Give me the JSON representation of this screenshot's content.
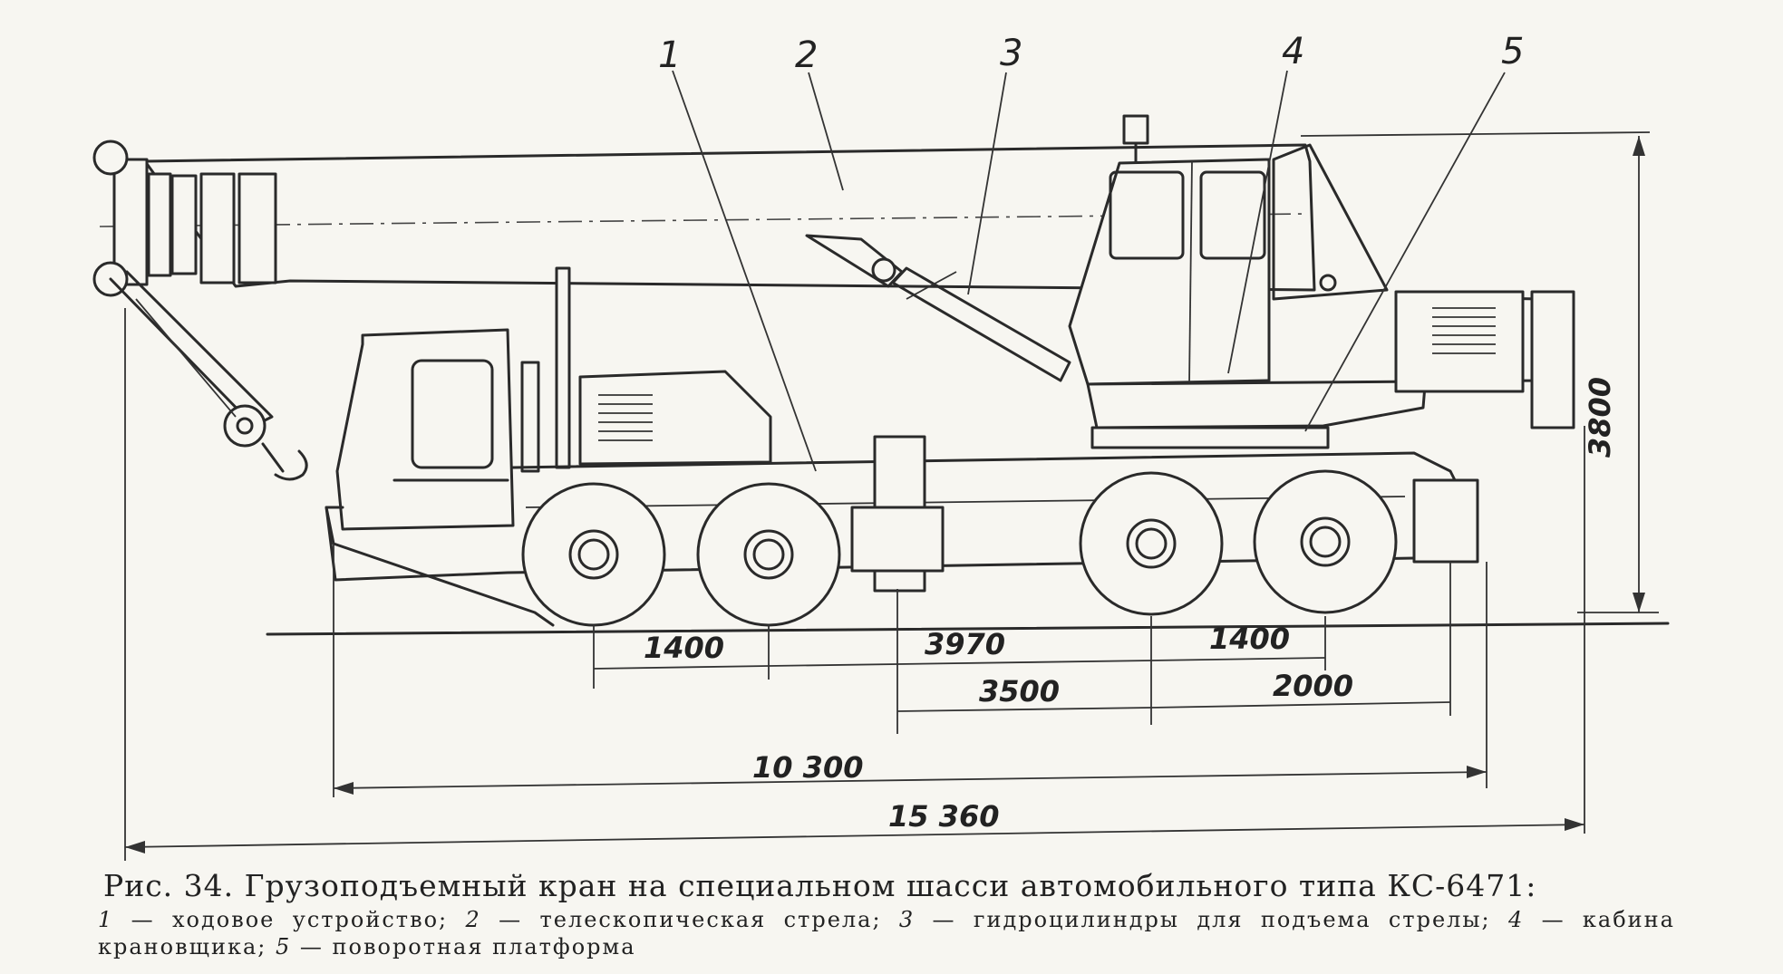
{
  "callouts": [
    "1",
    "2",
    "3",
    "4",
    "5"
  ],
  "dimensions": {
    "axle_front": "1400",
    "middle": "3970",
    "axle_rear": "1400",
    "base_front": "3500",
    "base_rear": "2000",
    "chassis_length": "10 300",
    "overall_length": "15 360",
    "height": "3800"
  },
  "caption": {
    "title": "Рис. 34. Грузоподъемный кран на специальном шасси автомобильного типа КС-6471:",
    "legend": [
      {
        "num": "1",
        "text": "— ходовое устройство;"
      },
      {
        "num": "2",
        "text": "— телескопическая стрела;"
      },
      {
        "num": "3",
        "text": "— гидроцилиндры для подъема стрелы;"
      },
      {
        "num": "4",
        "text": "— кабина крановщика;"
      },
      {
        "num": "5",
        "text": "— поворотная платформа"
      }
    ]
  }
}
